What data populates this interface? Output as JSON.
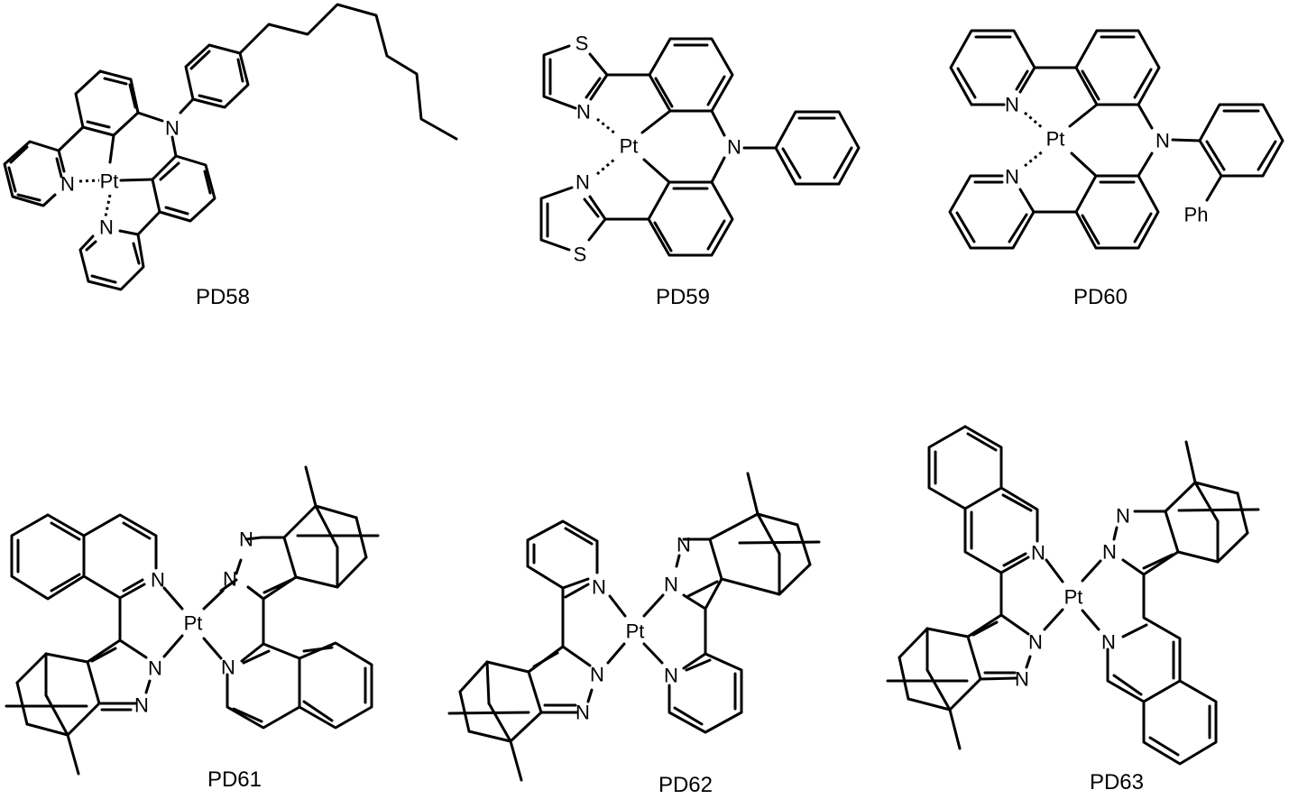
{
  "figure": {
    "background": "#ffffff",
    "line_color": "#000000",
    "compounds": [
      {
        "id": "PD58",
        "label": "PD58",
        "atoms": {
          "pt": "Pt",
          "n_amine": "N",
          "n_py1": "N",
          "n_py2": "N"
        },
        "substituent": "4-decylphenyl"
      },
      {
        "id": "PD59",
        "label": "PD59",
        "atoms": {
          "pt": "Pt",
          "n_amine": "N",
          "n_thz1": "N",
          "n_thz2": "N",
          "s1": "S",
          "s2": "S"
        },
        "substituent": "phenyl"
      },
      {
        "id": "PD60",
        "label": "PD60",
        "atoms": {
          "pt": "Pt",
          "n_amine": "N",
          "n_py1": "N",
          "n_py2": "N",
          "ph": "Ph"
        },
        "substituent": "2-biphenyl"
      },
      {
        "id": "PD61",
        "label": "PD61",
        "atoms": {
          "pt": "Pt",
          "n_iq1": "N",
          "n_iq2": "N",
          "n_pz1a": "N",
          "n_pz1b": "N",
          "n_pz2a": "N",
          "n_pz2b": "N"
        }
      },
      {
        "id": "PD62",
        "label": "PD62",
        "atoms": {
          "pt": "Pt",
          "n_py1": "N",
          "n_py2": "N",
          "n_pz1a": "N",
          "n_pz1b": "N",
          "n_pz2a": "N",
          "n_pz2b": "N"
        }
      },
      {
        "id": "PD63",
        "label": "PD63",
        "atoms": {
          "pt": "Pt",
          "n_iq1": "N",
          "n_iq2": "N",
          "n_pz1a": "N",
          "n_pz1b": "N",
          "n_pz2a": "N",
          "n_pz2b": "N"
        }
      }
    ]
  }
}
